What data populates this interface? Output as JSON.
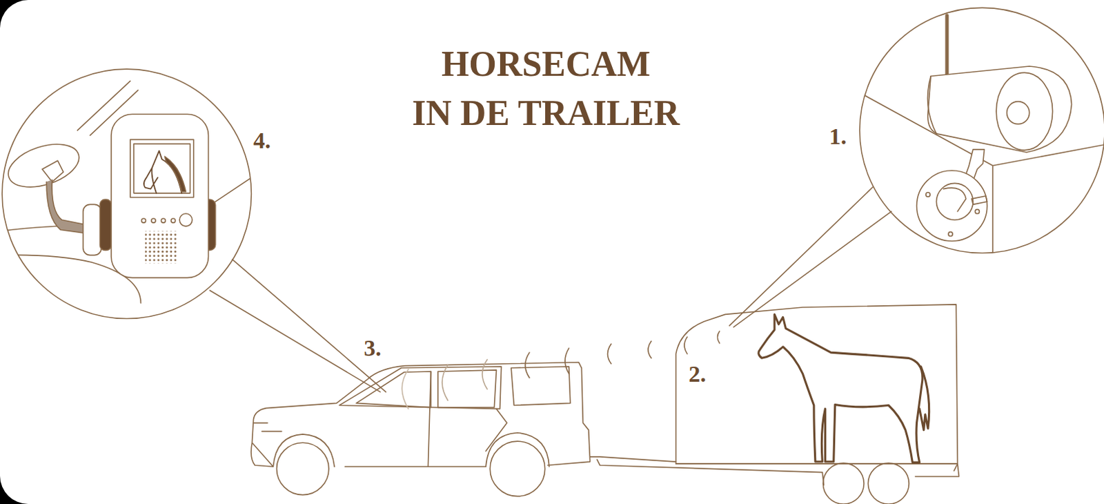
{
  "diagram": {
    "title": "HORSECAM IN DE TRAILER",
    "labels": [
      "4.",
      "1.",
      "3.",
      "2."
    ]
  }
}
